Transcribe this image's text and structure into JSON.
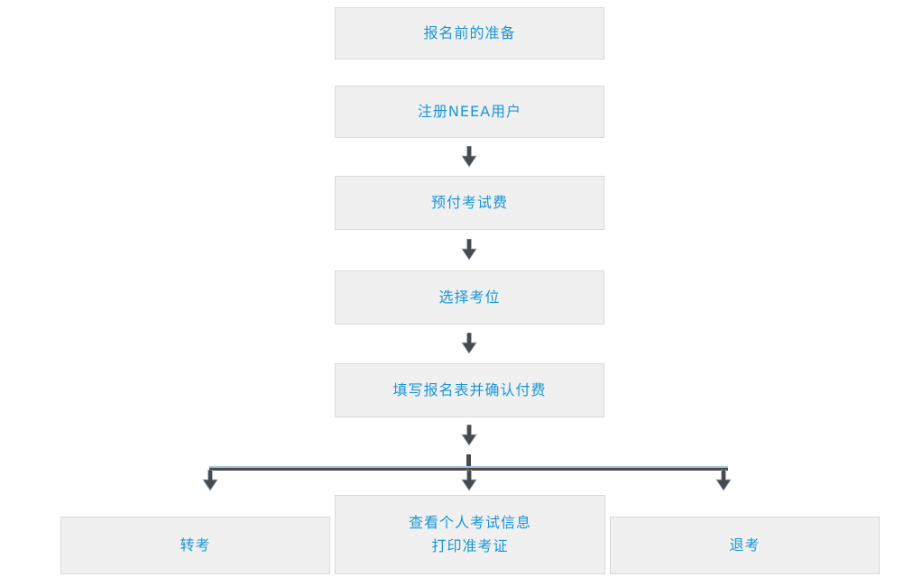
{
  "flow": {
    "steps": [
      {
        "label": "报名前的准备"
      },
      {
        "label": "注册NEEA用户"
      },
      {
        "label": "预付考试费"
      },
      {
        "label": "选择考位"
      },
      {
        "label": "填写报名表并确认付费"
      }
    ],
    "branches": {
      "left": {
        "label": "转考"
      },
      "center": {
        "lines": [
          "查看个人考试信息",
          "打印准考证"
        ]
      },
      "right": {
        "label": "退考"
      }
    }
  },
  "colors": {
    "box_fill": "#f0f0f0",
    "box_border": "#d9d9d9",
    "text_blue": "#1a96d4",
    "arrow_dark": "#4a4a4a",
    "arrow_highlight": "#a2c0dc"
  }
}
